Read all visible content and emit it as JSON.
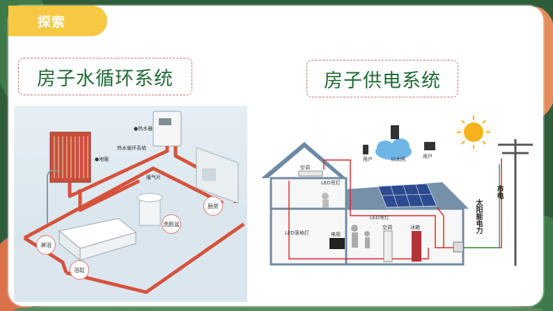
{
  "tag": {
    "label": "探索"
  },
  "titles": {
    "water": "房子水循环系统",
    "power": "房子供电系统"
  },
  "water_diagram": {
    "labels": {
      "heater": "●热水器",
      "loop": "热水循环系统",
      "floor_heat": "●地暖",
      "radiator": "暖气片",
      "shower": "淋浴",
      "tub": "浴缸",
      "basin": "洗脸盆",
      "kitchen": "厨房"
    }
  },
  "power_diagram": {
    "labels": {
      "ac_top": "空调",
      "led_top": "LED吊灯",
      "user1": "用户",
      "internet": "以太网",
      "user2": "用户",
      "led_mid": "LED吊灯",
      "led_low": "LED落地灯",
      "tv": "电视",
      "ac_low": "空调",
      "fridge": "冰箱",
      "solar": "太阳能电力",
      "grid": "市电"
    }
  },
  "colors": {
    "accent_yellow": "#f7c843",
    "title_green": "#1f6b34",
    "dash_red": "#c56b62",
    "pipe_red": "#d6523c",
    "wire_red": "#e0262b",
    "wire_green": "#2fa34a"
  }
}
